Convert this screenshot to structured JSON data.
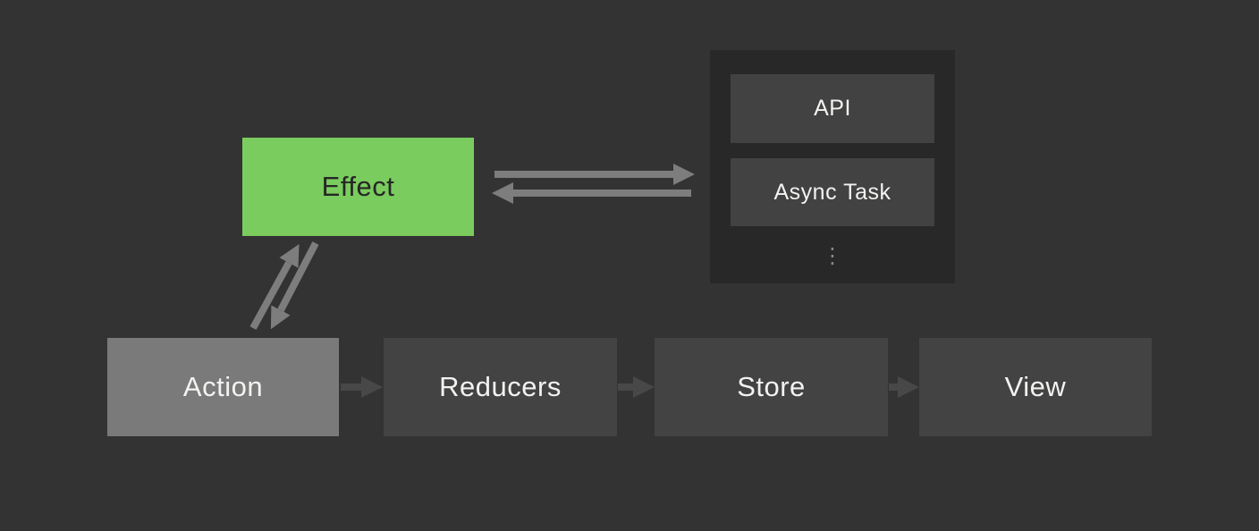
{
  "colors": {
    "background": "#333333",
    "effect_box": "#7acc5e",
    "effect_text": "#262626",
    "action_box": "#7a7a7a",
    "flow_box": "#434343",
    "panel": "#282828",
    "panel_box": "#424242",
    "label_text": "#f2f2f0",
    "arrow_bright": "#7d7d7d",
    "arrow_dark": "#484848",
    "ellipsis": "#8a8a8a"
  },
  "diagram": {
    "effect": {
      "label": "Effect"
    },
    "panel": {
      "items": [
        {
          "label": "API"
        },
        {
          "label": "Async Task"
        }
      ],
      "ellipsis": "⋮"
    },
    "flow": [
      {
        "label": "Action"
      },
      {
        "label": "Reducers"
      },
      {
        "label": "Store"
      },
      {
        "label": "View"
      }
    ],
    "edges": [
      {
        "from": "Action",
        "to": "Effect",
        "style": "bright"
      },
      {
        "from": "Effect",
        "to": "Action",
        "style": "bright"
      },
      {
        "from": "Effect",
        "to": "side-effects-panel",
        "style": "bright"
      },
      {
        "from": "side-effects-panel",
        "to": "Effect",
        "style": "bright"
      },
      {
        "from": "Action",
        "to": "Reducers",
        "style": "dark"
      },
      {
        "from": "Reducers",
        "to": "Store",
        "style": "dark"
      },
      {
        "from": "Store",
        "to": "View",
        "style": "dark"
      }
    ]
  }
}
